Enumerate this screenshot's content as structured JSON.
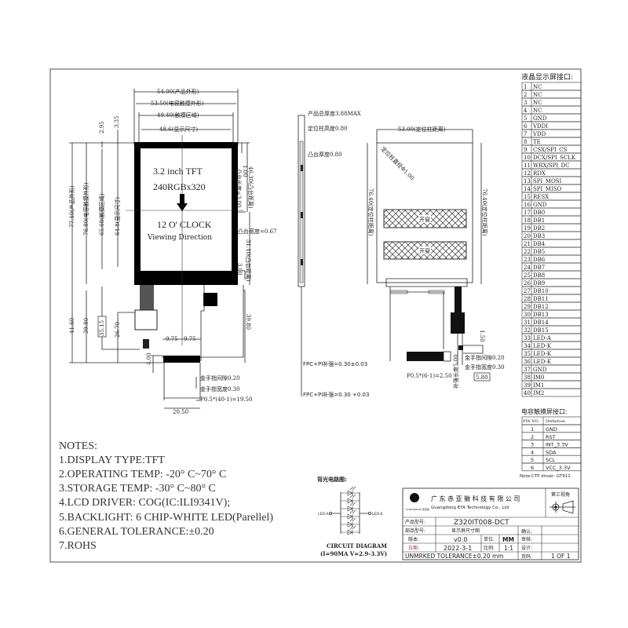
{
  "front_view": {
    "screen_line1": "3.2 inch TFT",
    "screen_line2": "240RGBx320",
    "orientation_line1": "12 O' CLOCK",
    "orientation_line2": "Viewing Direction",
    "dims": {
      "w_outline": "54.00(产品外形)",
      "w_ctp": "53.50(电容触摸外形)",
      "w_touch": "49.40(触摸区域)",
      "w_display": "48.6(显示尺寸)",
      "d_295": "2.95",
      "d_335": "3.35",
      "h_outline": "77.40(产品外形)",
      "h_ctp": "76.80(电容触摸外形)",
      "h_touch": "65.68(触摸区域)",
      "h_display": "64.8(显示尺寸)",
      "d_100": "1.00",
      "boss_len": "凸台长度=3.00",
      "boss_dist1": "46.30(凸台距离)",
      "boss_width": "凸台宽度=0.67",
      "d_300": "3.00",
      "boss_dist2": "31.10(凸台距离)",
      "h_4160": "41.60",
      "h_3980": "39.80",
      "h_3515": "35.15",
      "h_2670": "26.70",
      "h_3980_right": "39.80",
      "d_975": "9.75",
      "d_975b": "9.75",
      "d_400": "4.00",
      "finger_gap": "金手指间隙0.20",
      "finger_width": "金手指宽度0.30",
      "pitch": "P0.5*(40-1)=19.50",
      "tail_width": "20.50"
    }
  },
  "side_view": {
    "total_thickness": "产品总厚度3.88MAX",
    "pin_height": "定位柱高度0.80",
    "boss_thickness": "凸台厚度0.80",
    "fpc_stiffener1": "FPC+PI补强=0.30±0.03",
    "fpc_stiffener2": "FPC+PI补强=0.30 +0.03"
  },
  "back_view": {
    "pin_distance_w": "53.00(定位柱距离)",
    "pin_diameter": "定位柱直径Φ1.00",
    "pin_distance_h_left": "76.40(定位柱距离)",
    "pin_distance_h_right": "76.40(定位柱距离)",
    "window1": "开窗",
    "window2": "开窗",
    "d_150": "1.50",
    "finger_gap": "金手指间隙0.20",
    "finger_width": "金手指宽度0.30",
    "pitch": "P0.5*(6-1)=2.50",
    "d_500": "补强长度5.00",
    "d_580": "5.80"
  },
  "lcd_pins": {
    "title": "液晶显示屏接口:",
    "pins": [
      "NC",
      "NC",
      "NC",
      "NC",
      "GND",
      "VDDI",
      "VDD",
      "TE",
      "CSX/SPI_CS",
      "DCX/SPI_SCLK",
      "WRX/SPI_DC",
      "RDX",
      "SPI_MOSI",
      "SPI_MISO",
      "RESX",
      "GND",
      "DB0",
      "DB1",
      "DB2",
      "DB3",
      "DB4",
      "DB5",
      "DB6",
      "DB7",
      "DB8",
      "DB9",
      "DB10",
      "DB11",
      "DB12",
      "DB13",
      "DB14",
      "DB15",
      "LED-A",
      "LED-K",
      "LED-K",
      "LED-K",
      "GND",
      "IM0",
      "IM1",
      "IM2"
    ]
  },
  "ctp_pins": {
    "title": "电容触摸屏接口:",
    "headers": [
      "PIN NO.",
      "Definition"
    ],
    "rows": [
      [
        "1",
        "GND"
      ],
      [
        "2",
        "RST"
      ],
      [
        "3",
        "INT_3.3V"
      ],
      [
        "4",
        "SDA"
      ],
      [
        "5",
        "SCL"
      ],
      [
        "6",
        "VCC_3.3V"
      ]
    ],
    "note": "Note:CTP driver: GT911"
  },
  "notes": {
    "title": "NOTES:",
    "items": [
      "1.DISPLAY TYPE:TFT",
      "2.OPERATING TEMP: -20° C~70° C",
      "3.STORAGE TEMP: -30° C~80° C",
      "4.LCD DRIVER: COG(IC:ILI9341V);",
      "5.BACKLIGHT: 6 CHIP-WHITE LED(Parellel)",
      "6.GENERAL TOLERANCE:±0.20",
      "7.ROHS"
    ]
  },
  "circuit": {
    "title": "背光电路图:",
    "anode": "LED-A",
    "cathode": "LED-K",
    "caption1": "CIRCUIT DIAGRAM",
    "caption2": "(I=90MA V=2.9-3.3V)",
    "led_count": 6
  },
  "title_block": {
    "logo_text": "SYNOCREATE 赤亚徽",
    "company_cn": "广 东 赤 亚 徽 科 技 有 限 公 司",
    "company_en": "Guangdong EYA Technology Co., Ltd",
    "projection_label": "第三视角",
    "model_label": "产品型号:",
    "model": "Z320IT008-DCT",
    "part_label": "部品型号:",
    "part": "显示屏尺寸图",
    "confirm_label": "确认:",
    "version_label": "版本:",
    "version": "v0.0",
    "unit_label": "单位:",
    "unit": "MM",
    "review_label": "审核:",
    "date_label": "日期:",
    "date": "2022-3-1",
    "scale_label": "比例:",
    "scale": "1:1",
    "design_label": "设计:",
    "tolerance": "UNMRKED  TOLERANCE±0.20  mm",
    "page_label": "页码:",
    "page": "1 OF 1"
  }
}
